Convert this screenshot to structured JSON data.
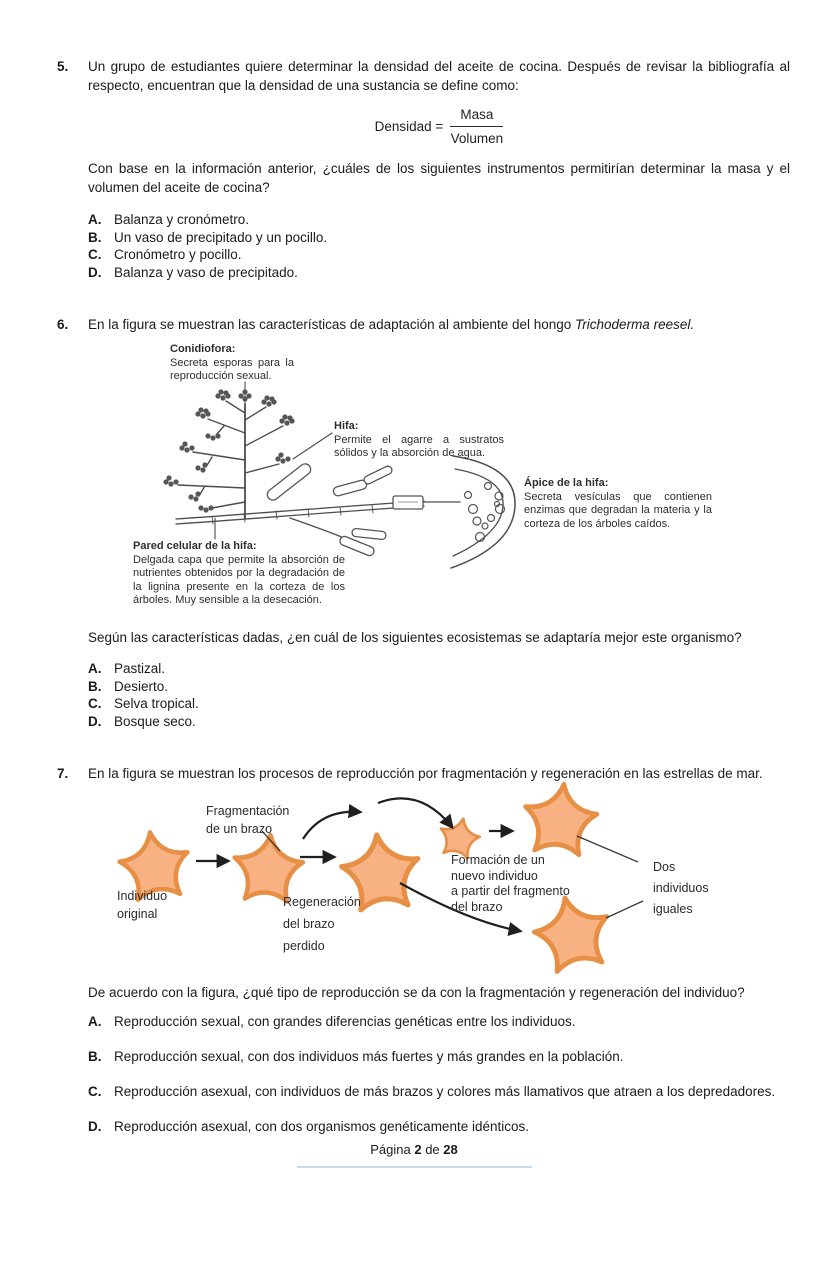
{
  "footer": {
    "word_pagina": "Página",
    "page_number": "2",
    "word_de": "de",
    "total_pages": "28"
  },
  "colors": {
    "starfish_fill": "#f7b183",
    "starfish_stroke": "#e78f44",
    "diagram_ink": "#4d4d4d",
    "arrow_ink": "#1f1f1f",
    "footer_rule": "#b5cde8"
  },
  "questions": [
    {
      "number": "5.",
      "intro": "Un grupo de estudiantes quiere determinar la densidad del aceite de cocina. Después de revisar la bibliografía al respecto, encuentran que la densidad de una sustancia se define como:",
      "formula": {
        "lhs": "Densidad =",
        "numerator": "Masa",
        "denominator": "Volumen"
      },
      "question": "Con base en la información anterior, ¿cuáles de los siguientes instrumentos permitirían determinar la masa y el volumen del aceite de cocina?",
      "options": [
        {
          "letter": "A.",
          "text": "Balanza y cronómetro."
        },
        {
          "letter": "B.",
          "text": "Un vaso de precipitado y un pocillo."
        },
        {
          "letter": "C.",
          "text": "Cronómetro y pocillo."
        },
        {
          "letter": "D.",
          "text": "Balanza y vaso de precipitado."
        }
      ]
    },
    {
      "number": "6.",
      "intro_plain": "En la figura se muestran las características de adaptación al ambiente del hongo ",
      "intro_italic": "Trichoderma reesel.",
      "figure": {
        "conidiofora_title": "Conidiofora:",
        "conidiofora_desc": "Secreta esporas para la reproducción sexual.",
        "hifa_title": "Hifa:",
        "hifa_desc": "Permite el agarre a sustratos sólidos y la absorción de agua.",
        "apice_title": "Ápice de la hifa:",
        "apice_desc": "Secreta vesículas que contienen enzimas que degradan la materia y la corteza de los árboles caídos.",
        "pared_title": "Pared celular de la hifa:",
        "pared_desc": "Delgada capa que permite la absorción de nutrientes obtenidos por la degradación de la lignina presente en la corteza de los árboles. Muy sensible a la desecación."
      },
      "question": "Según las características dadas, ¿en cuál de los siguientes ecosistemas se adaptaría mejor este organismo?",
      "options": [
        {
          "letter": "A.",
          "text": "Pastizal."
        },
        {
          "letter": "B.",
          "text": "Desierto."
        },
        {
          "letter": "C.",
          "text": "Selva tropical."
        },
        {
          "letter": "D.",
          "text": "Bosque seco."
        }
      ]
    },
    {
      "number": "7.",
      "intro": "En la figura se muestran los procesos de reproducción por fragmentación y regeneración en las estrellas de mar.",
      "figure": {
        "fragmentacion": "Fragmentación\nde un brazo",
        "individuo_original": "Individuo\noriginal",
        "regeneracion": "Regeneración\ndel brazo\nperdido",
        "formacion": "Formación de un\nnuevo individuo\na partir del fragmento\ndel brazo",
        "dos_individuos": "Dos\nindividuos\niguales"
      },
      "question": "De acuerdo con la figura, ¿qué tipo de reproducción se da con la fragmentación y regeneración del individuo?",
      "options": [
        {
          "letter": "A.",
          "text": "Reproducción sexual, con grandes diferencias genéticas entre los individuos."
        },
        {
          "letter": "B.",
          "text": "Reproducción sexual, con dos individuos más fuertes y más grandes en la población."
        },
        {
          "letter": "C.",
          "text": "Reproducción asexual, con individuos de más brazos y colores más llamativos que atraen a los depredadores."
        },
        {
          "letter": "D.",
          "text": "Reproducción asexual, con dos organismos genéticamente idénticos."
        }
      ]
    }
  ]
}
